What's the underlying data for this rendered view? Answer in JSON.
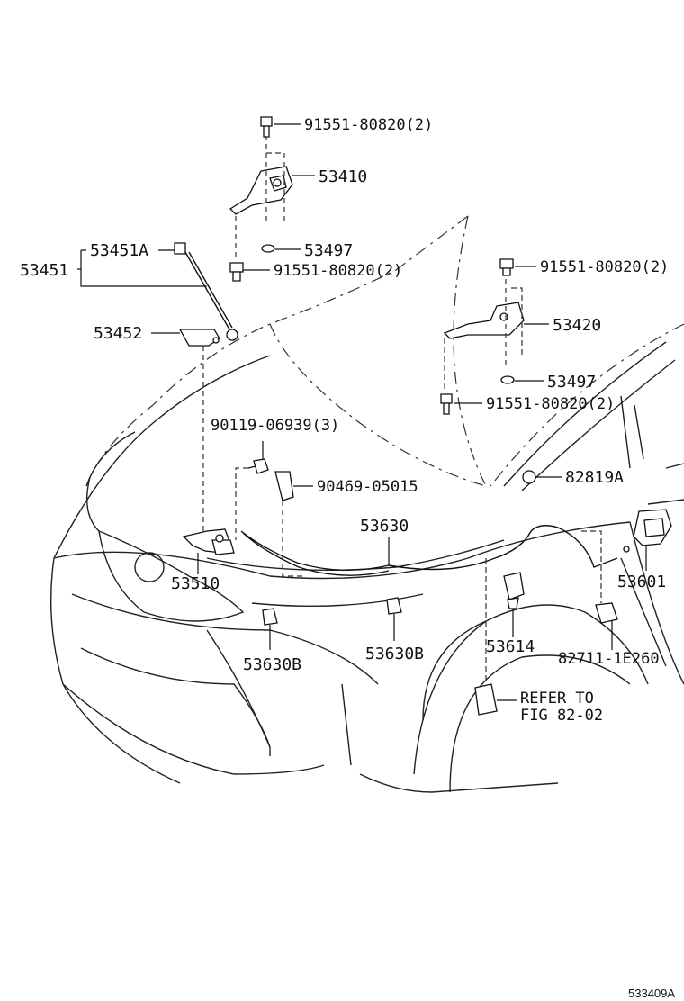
{
  "labels": {
    "p91551_top": "91551-80820(2)",
    "p53410": "53410",
    "p53497_left": "53497",
    "p91551_left": "91551-80820(2)",
    "p53451A": "53451A",
    "p53451": "53451",
    "p53452": "53452",
    "p91551_right_top": "91551-80820(2)",
    "p53420": "53420",
    "p53497_right": "53497",
    "p91551_right_bot": "91551-80820(2)",
    "p90119": "90119-06939(3)",
    "p90469": "90469-05015",
    "p82819A": "82819A",
    "p53630": "53630",
    "p53510": "53510",
    "p53601": "53601",
    "p53630B_left": "53630B",
    "p53630B_mid": "53630B",
    "p53614": "53614",
    "p82711": "82711-1E260",
    "refer_line1": "REFER TO",
    "refer_line2": "FIG 82-02",
    "figure_id": "533409A"
  }
}
